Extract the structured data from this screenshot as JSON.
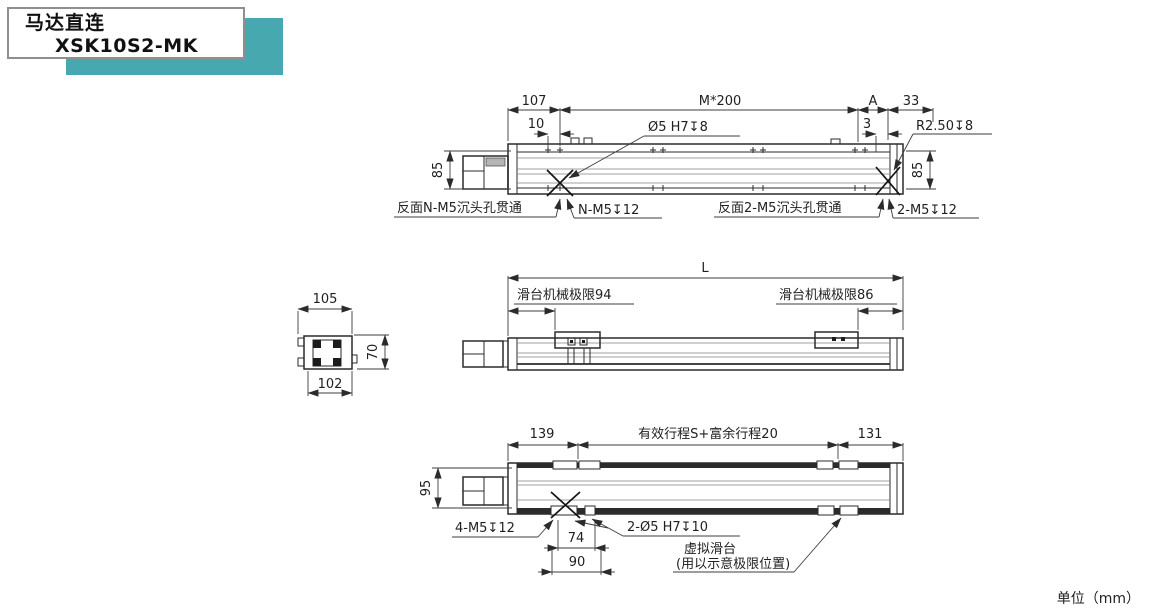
{
  "title": {
    "category": "马达直连",
    "model": "XSK10S2-MK"
  },
  "unit_note": "单位（mm）",
  "colors": {
    "accent_teal": "#47a8b0",
    "line": "#2b2b2b",
    "background": "#ffffff"
  },
  "top_view": {
    "d107": "107",
    "d10": "10",
    "pitch": "M*200",
    "dA": "A",
    "d33": "33",
    "d3": "3",
    "d85_left": "85",
    "d85_right": "85",
    "hole_spec": "Ø5 H7↧8",
    "radius_spec": "R2.50↧8",
    "back_n": "反面N-M5沉头孔贯通",
    "nm5": "N-M5↧12",
    "back_2": "反面2-M5沉头孔贯通",
    "m5_2": "2-M5↧12"
  },
  "side_view": {
    "L": "L",
    "limit_left": "滑台机械极限94",
    "limit_right": "滑台机械极限86"
  },
  "section_view": {
    "w105": "105",
    "h70": "70",
    "w102": "102"
  },
  "bottom_view": {
    "d139": "139",
    "stroke_label": "有效行程S+富余行程20",
    "d131": "131",
    "d95": "95",
    "d74": "74",
    "d90": "90",
    "m5_4": "4-M5↧12",
    "holes2": "2-Ø5 H7↧10",
    "virtual1": "虚拟滑台",
    "virtual2": "(用以示意极限位置)"
  }
}
